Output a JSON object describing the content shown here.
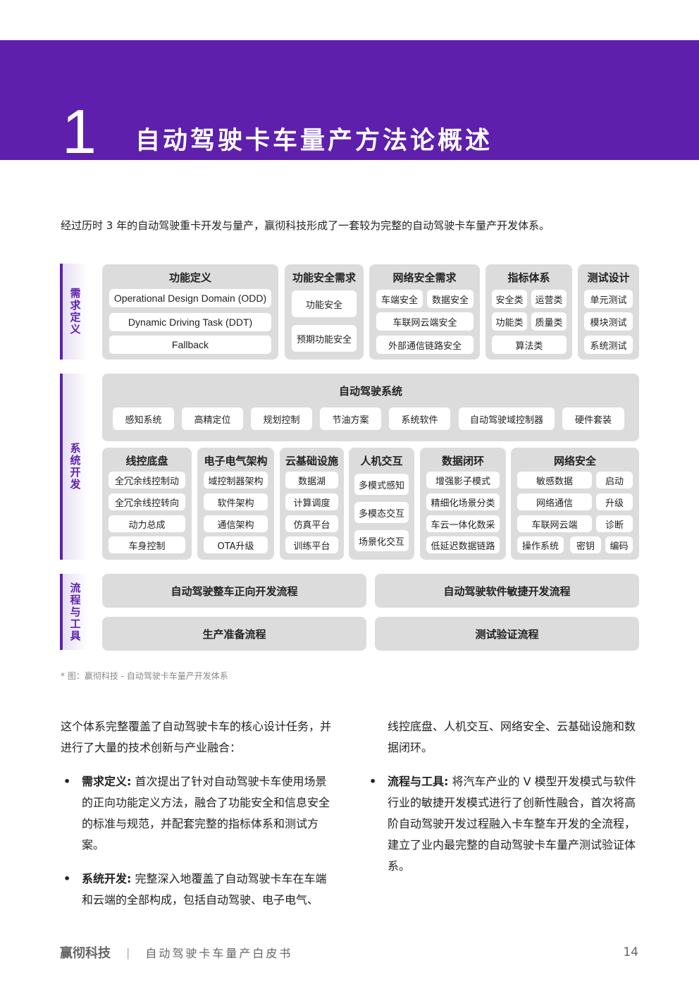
{
  "header": {
    "chapter_number": "1",
    "chapter_title": "自动驾驶卡车量产方法论概述"
  },
  "intro": "经过历时 3 年的自动驾驶重卡开发与量产，赢彻科技形成了一套较为完整的自动驾驶卡车量产开发体系。",
  "diagram": {
    "sections": {
      "requirements": "需求定义",
      "system": "系统开发",
      "process": "流程与工具"
    },
    "requirements": {
      "functional": {
        "title": "功能定义",
        "items": [
          "Operational Design Domain (ODD)",
          "Dynamic Driving Task (DDT)",
          "Fallback"
        ]
      },
      "safety": {
        "title": "功能安全需求",
        "items": [
          "功能安全",
          "预期功能安全"
        ]
      },
      "network": {
        "title": "网络安全需求",
        "items": [
          "车端安全",
          "数据安全",
          "车联网云端安全",
          "外部通信链路安全"
        ]
      },
      "metrics": {
        "title": "指标体系",
        "items": [
          "安全类",
          "运营类",
          "功能类",
          "质量类",
          "算法类"
        ]
      },
      "testing": {
        "title": "测试设计",
        "items": [
          "单元测试",
          "模块测试",
          "系统测试"
        ]
      }
    },
    "system": {
      "ad_system": {
        "title": "自动驾驶系统",
        "items": [
          "感知系统",
          "高精定位",
          "规划控制",
          "节油方案",
          "系统软件",
          "自动驾驶域控制器",
          "硬件套装"
        ]
      },
      "chassis": {
        "title": "线控底盘",
        "items": [
          "全冗余线控制动",
          "全冗余线控转向",
          "动力总成",
          "车身控制"
        ]
      },
      "ee": {
        "title": "电子电气架构",
        "items": [
          "域控制器架构",
          "软件架构",
          "通信架构",
          "OTA升级"
        ]
      },
      "cloud": {
        "title": "云基础设施",
        "items": [
          "数据湖",
          "计算调度",
          "仿真平台",
          "训练平台"
        ]
      },
      "hmi": {
        "title": "人机交互",
        "items": [
          "多模式感知",
          "多模态交互",
          "场景化交互"
        ]
      },
      "data_loop": {
        "title": "数据闭环",
        "items": [
          "增强影子模式",
          "精细化场景分类",
          "车云一体化数采",
          "低延迟数据链路"
        ]
      },
      "netsec": {
        "title": "网络安全",
        "items": [
          "敏感数据",
          "启动",
          "网络通信",
          "升级",
          "车联网云端",
          "诊断",
          "操作系统",
          "密钥",
          "编码"
        ]
      }
    },
    "process": [
      "自动驾驶整车正向开发流程",
      "自动驾驶软件敏捷开发流程",
      "生产准备流程",
      "测试验证流程"
    ],
    "caption": "* 图：赢彻科技 - 自动驾驶卡车量产开发体系"
  },
  "body": {
    "left_intro": "这个体系完整覆盖了自动驾驶卡车的核心设计任务，并进行了大量的技术创新与产业融合：",
    "bullets_left": [
      {
        "bullet": "•",
        "term": "需求定义:",
        "text": " 首次提出了针对自动驾驶卡车使用场景的正向功能定义方法，融合了功能安全和信息安全的标准与规范，并配套完整的指标体系和测试方案。"
      },
      {
        "bullet": "•",
        "term": "系统开发:",
        "text": " 完整深入地覆盖了自动驾驶卡车在车端和云端的全部构成，包括自动驾驶、电子电气、"
      }
    ],
    "right_cont": "线控底盘、人机交互、网络安全、云基础设施和数据闭环。",
    "bullets_right": [
      {
        "bullet": "•",
        "term": "流程与工具:",
        "text": " 将汽车产业的 V 模型开发模式与软件行业的敏捷开发模式进行了创新性融合，首次将高阶自动驾驶开发过程融入卡车整车开发的全流程，建立了业内最完整的自动驾驶卡车量产测试验证体系。"
      }
    ]
  },
  "footer": {
    "brand": "赢彻科技",
    "separator": "|",
    "doc_title": "自动驾驶卡车量产白皮书",
    "page": "14"
  }
}
